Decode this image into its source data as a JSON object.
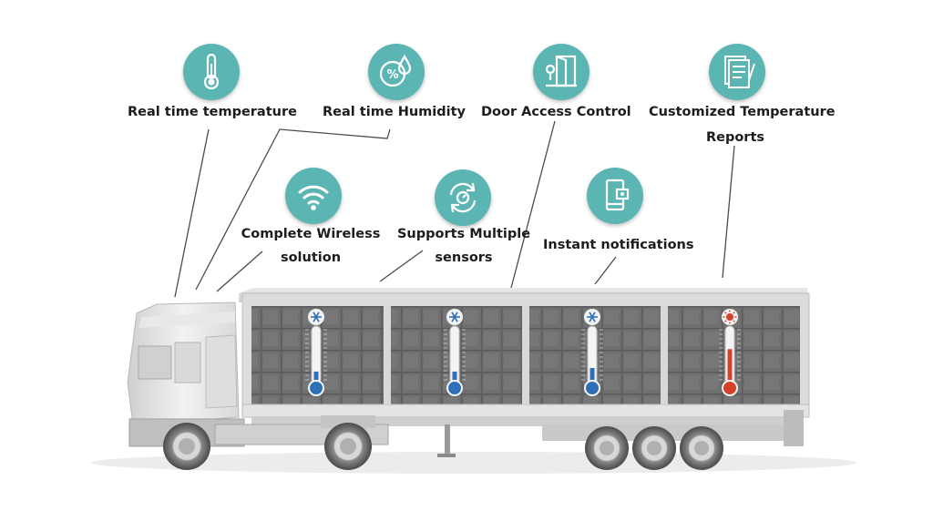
{
  "features": [
    {
      "id": "real-time-temperature",
      "label_lines": [
        "Real time temperature"
      ],
      "icon": "thermometer-icon"
    },
    {
      "id": "real-time-humidity",
      "label_lines": [
        "Real time Humidity"
      ],
      "icon": "humidity-percent-icon"
    },
    {
      "id": "door-access-control",
      "label_lines": [
        "Door Access Control"
      ],
      "icon": "door-icon"
    },
    {
      "id": "customized-temperature-reports",
      "label_lines": [
        "Customized Temperature",
        "Reports"
      ],
      "icon": "report-icon"
    },
    {
      "id": "complete-wireless-solution",
      "label_lines": [
        "Complete Wireless",
        "solution"
      ],
      "icon": "wifi-icon"
    },
    {
      "id": "supports-multiple-sensors",
      "label_lines": [
        "Supports Multiple",
        "sensors"
      ],
      "icon": "sync-sensors-icon"
    },
    {
      "id": "instant-notifications",
      "label_lines": [
        "Instant notifications"
      ],
      "icon": "phone-notification-icon"
    }
  ],
  "compartments": [
    {
      "mode": "cold",
      "symbol": "snowflake-icon",
      "fill_fraction": 0.18
    },
    {
      "mode": "cold",
      "symbol": "snowflake-icon",
      "fill_fraction": 0.18
    },
    {
      "mode": "cold",
      "symbol": "snowflake-icon",
      "fill_fraction": 0.25
    },
    {
      "mode": "hot",
      "symbol": "sun-icon",
      "fill_fraction": 0.62
    }
  ],
  "colors": {
    "icon_circle": "#5bb5b3",
    "cold": "#2f6fb8",
    "hot": "#d5412a",
    "cargo": "#6b6b6b",
    "truck_body": "#e7e7e7"
  }
}
